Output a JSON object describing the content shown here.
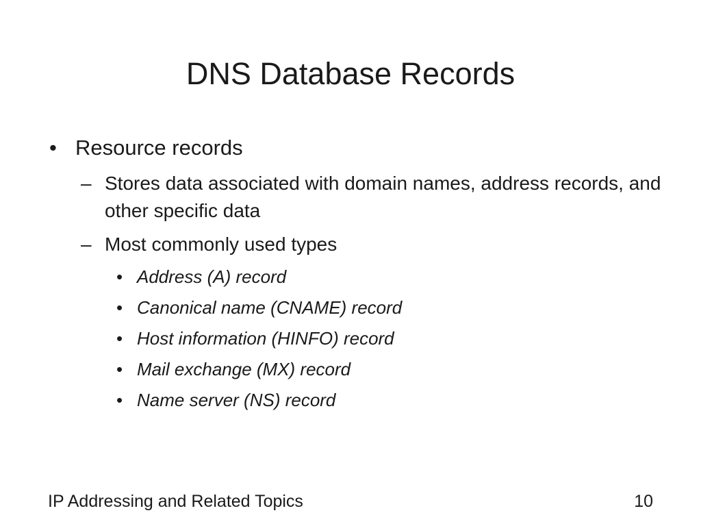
{
  "slide": {
    "title": "DNS Database Records",
    "bullets": [
      {
        "text": "Resource records",
        "children": [
          {
            "text": "Stores data associated with domain names, address records, and other specific data"
          },
          {
            "text": "Most commonly used types",
            "children": [
              {
                "text": "Address (A) record"
              },
              {
                "text": "Canonical name (CNAME) record"
              },
              {
                "text": "Host information (HINFO) record"
              },
              {
                "text": "Mail exchange (MX) record"
              },
              {
                "text": "Name server (NS) record"
              }
            ]
          }
        ]
      }
    ],
    "symbols": {
      "level1": "•",
      "level2": "–",
      "level3": "•"
    }
  },
  "footer": {
    "left": "IP Addressing and Related Topics",
    "page_number": "10"
  }
}
